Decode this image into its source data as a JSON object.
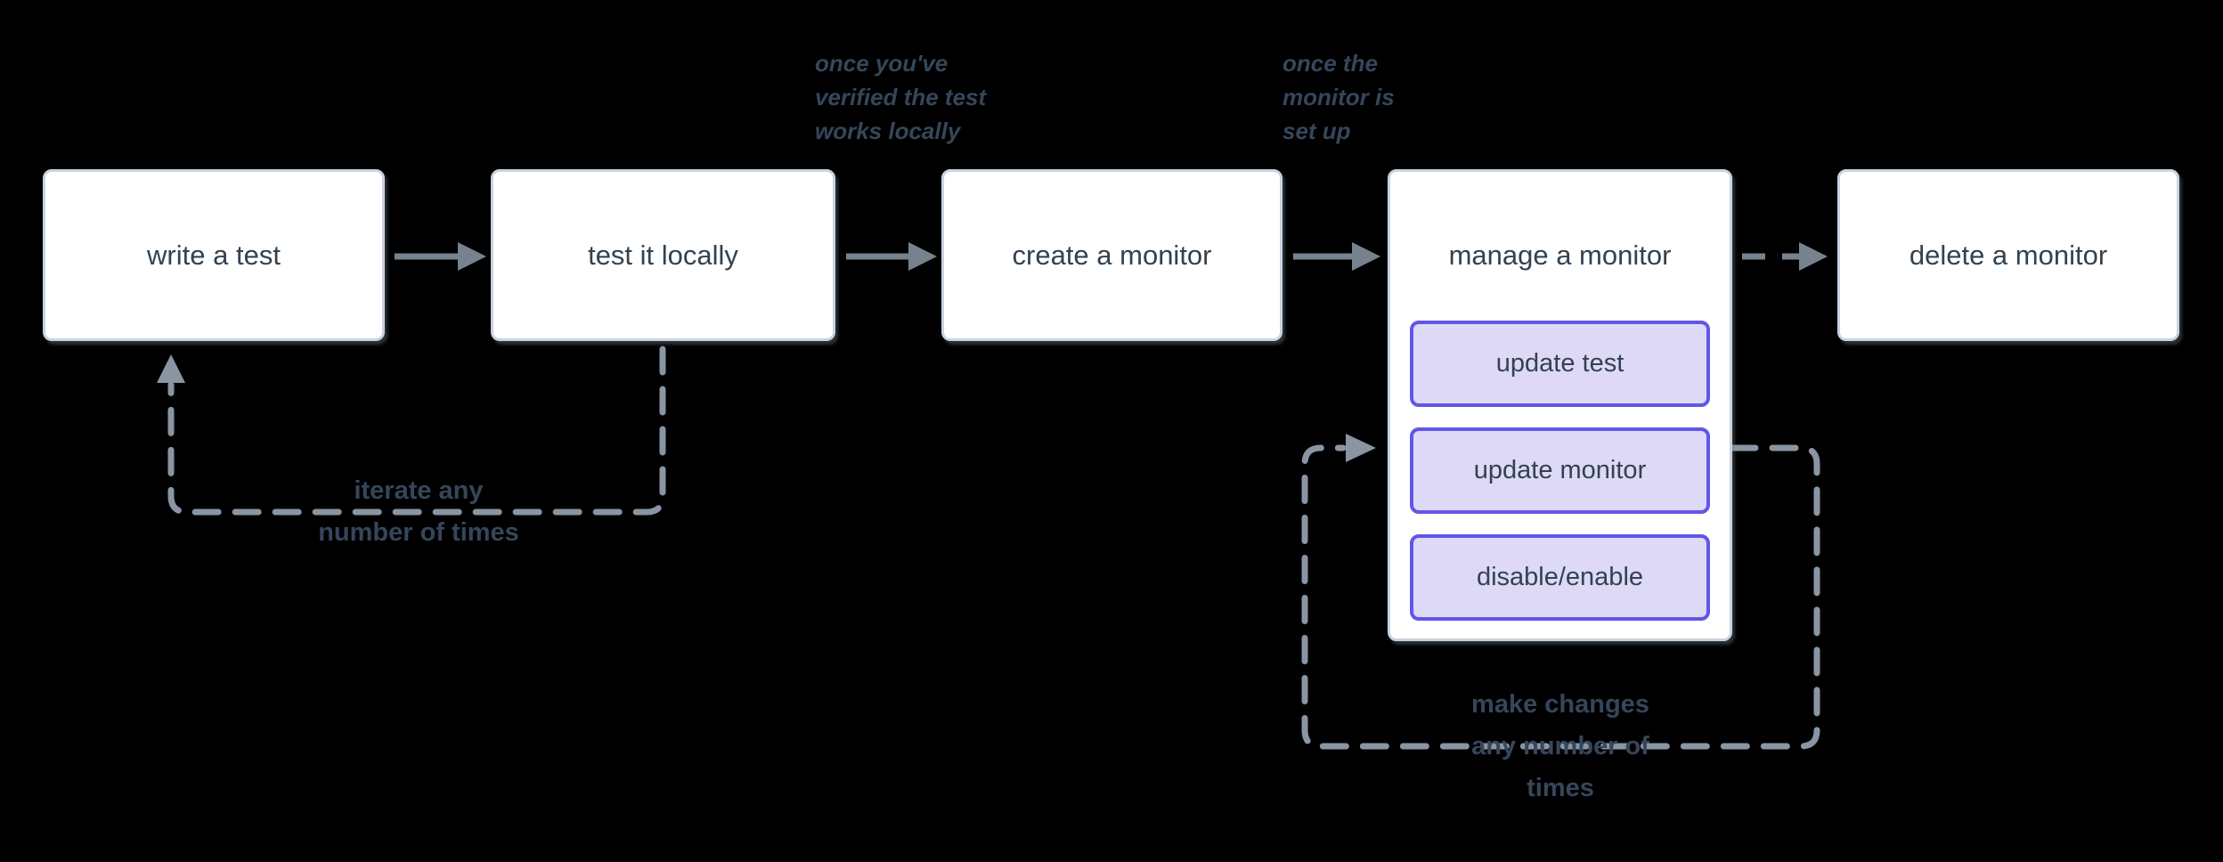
{
  "colors": {
    "bg": "#000000",
    "box_bg": "#ffffff",
    "box_border": "#c9d3df",
    "box_text": "#33424f",
    "arrow": "#76838f",
    "loop": "#8995a3",
    "note_text": "#36465a",
    "sub_bg": "#ded9f7",
    "sub_border": "#6256e8"
  },
  "boxes": {
    "write_test": "write a test",
    "test_locally": "test it locally",
    "create_monitor": "create a monitor",
    "manage_monitor": "manage a monitor",
    "delete_monitor": "delete a monitor",
    "update_test": "update test",
    "update_monitor": "update monitor",
    "disable_enable": "disable/enable"
  },
  "annotations": {
    "verified": {
      "lines": [
        "once you've",
        "verified the test",
        "works locally"
      ]
    },
    "setup": {
      "lines": [
        "once the",
        "monitor is",
        "set up"
      ]
    },
    "iterate": {
      "lines": [
        "iterate any",
        "number of times"
      ]
    },
    "make_changes": {
      "lines": [
        "make changes",
        "any number of",
        "times"
      ]
    }
  }
}
